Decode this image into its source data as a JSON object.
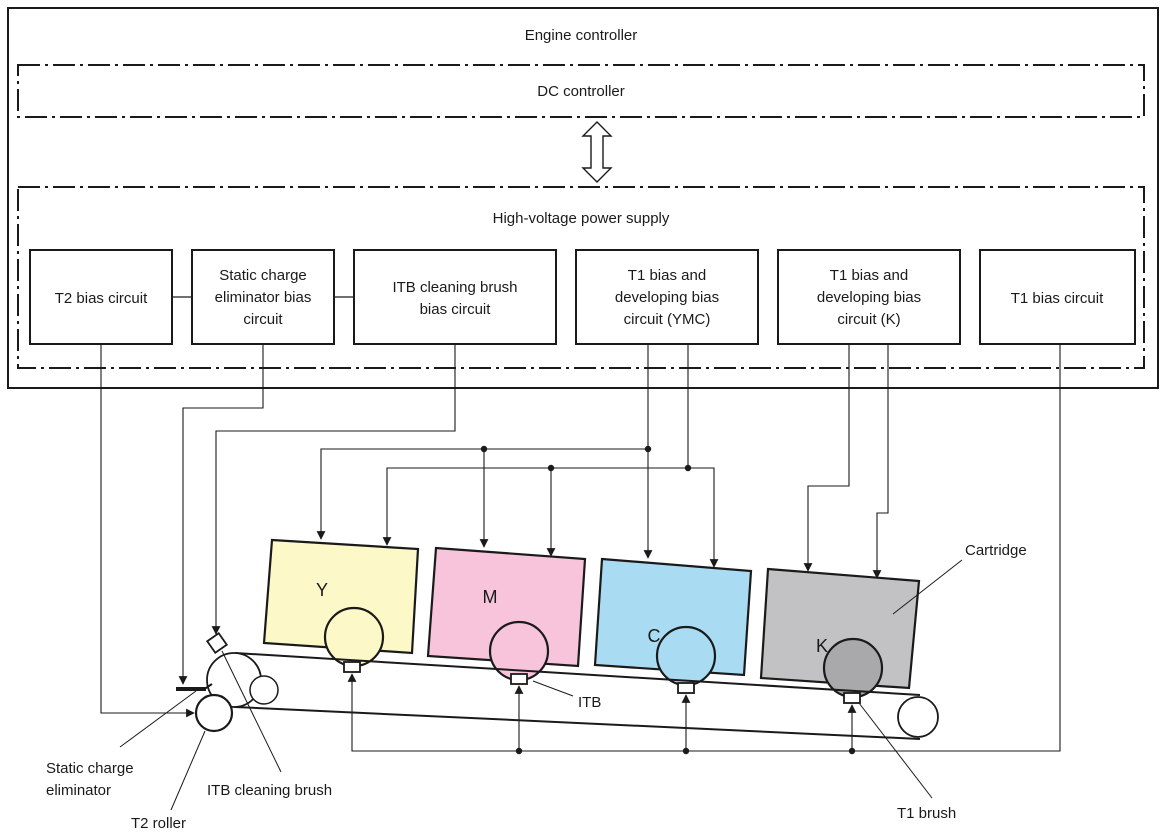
{
  "engine_controller": {
    "title": "Engine controller"
  },
  "dc_controller": {
    "title": "DC controller"
  },
  "hv_power_supply": {
    "title": "High-voltage power supply",
    "circuits": [
      {
        "id": "t2",
        "lines": [
          "T2 bias circuit"
        ]
      },
      {
        "id": "static",
        "lines": [
          "Static charge",
          "eliminator bias",
          "circuit"
        ]
      },
      {
        "id": "itbclean",
        "lines": [
          "ITB cleaning brush",
          "bias circuit"
        ]
      },
      {
        "id": "t1ymc",
        "lines": [
          "T1 bias and",
          "developing bias",
          "circuit (YMC)"
        ]
      },
      {
        "id": "t1k",
        "lines": [
          "T1 bias and",
          "developing bias",
          "circuit (K)"
        ]
      },
      {
        "id": "t1",
        "lines": [
          "T1 bias circuit"
        ]
      }
    ]
  },
  "cartridges": [
    {
      "letter": "Y",
      "color": "#fdf8c8",
      "drum_color": "#fdf8c8"
    },
    {
      "letter": "M",
      "color": "#f7c4dc",
      "drum_color": "#f7c4dc"
    },
    {
      "letter": "C",
      "color": "#a9dcf2",
      "drum_color": "#a9dcf2"
    },
    {
      "letter": "K",
      "color": "#c2c2c4",
      "drum_color": "#a9a9ab"
    }
  ],
  "callouts": {
    "cartridge": "Cartridge",
    "itb": "ITB",
    "static_charge_eliminator": [
      "Static charge",
      "eliminator"
    ],
    "itb_cleaning_brush": "ITB cleaning brush",
    "t2_roller": "T2 roller",
    "t1_brush": "T1 brush"
  }
}
